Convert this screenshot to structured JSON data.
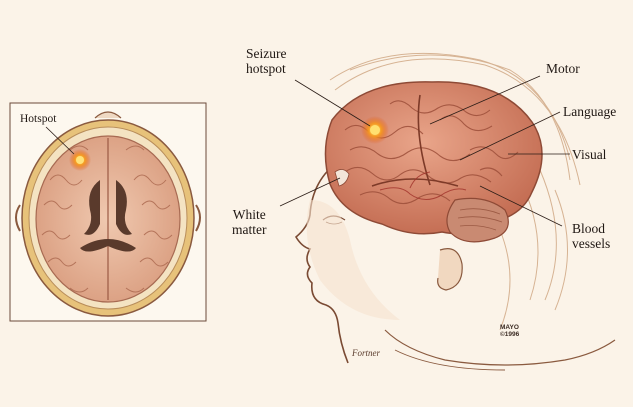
{
  "inset": {
    "label_hotspot": "Hotspot"
  },
  "labels": {
    "seizure_hotspot_line1": "Seizure",
    "seizure_hotspot_line2": "hotspot",
    "motor": "Motor",
    "language": "Language",
    "visual": "Visual",
    "white_matter_line1": "White",
    "white_matter_line2": "matter",
    "blood_vessels_line1": "Blood",
    "blood_vessels_line2": "vessels"
  },
  "credit": {
    "mayo_line1": "MAYO",
    "mayo_line2": "©1996",
    "signature": "Fortner"
  },
  "colors": {
    "background": "#fbf3e8",
    "brain": "#d98a6e",
    "brain_dark": "#b5614a",
    "hotspot": "#f08a1c",
    "skull_band": "#e7c27a",
    "sketch": "#8a5a3f"
  }
}
